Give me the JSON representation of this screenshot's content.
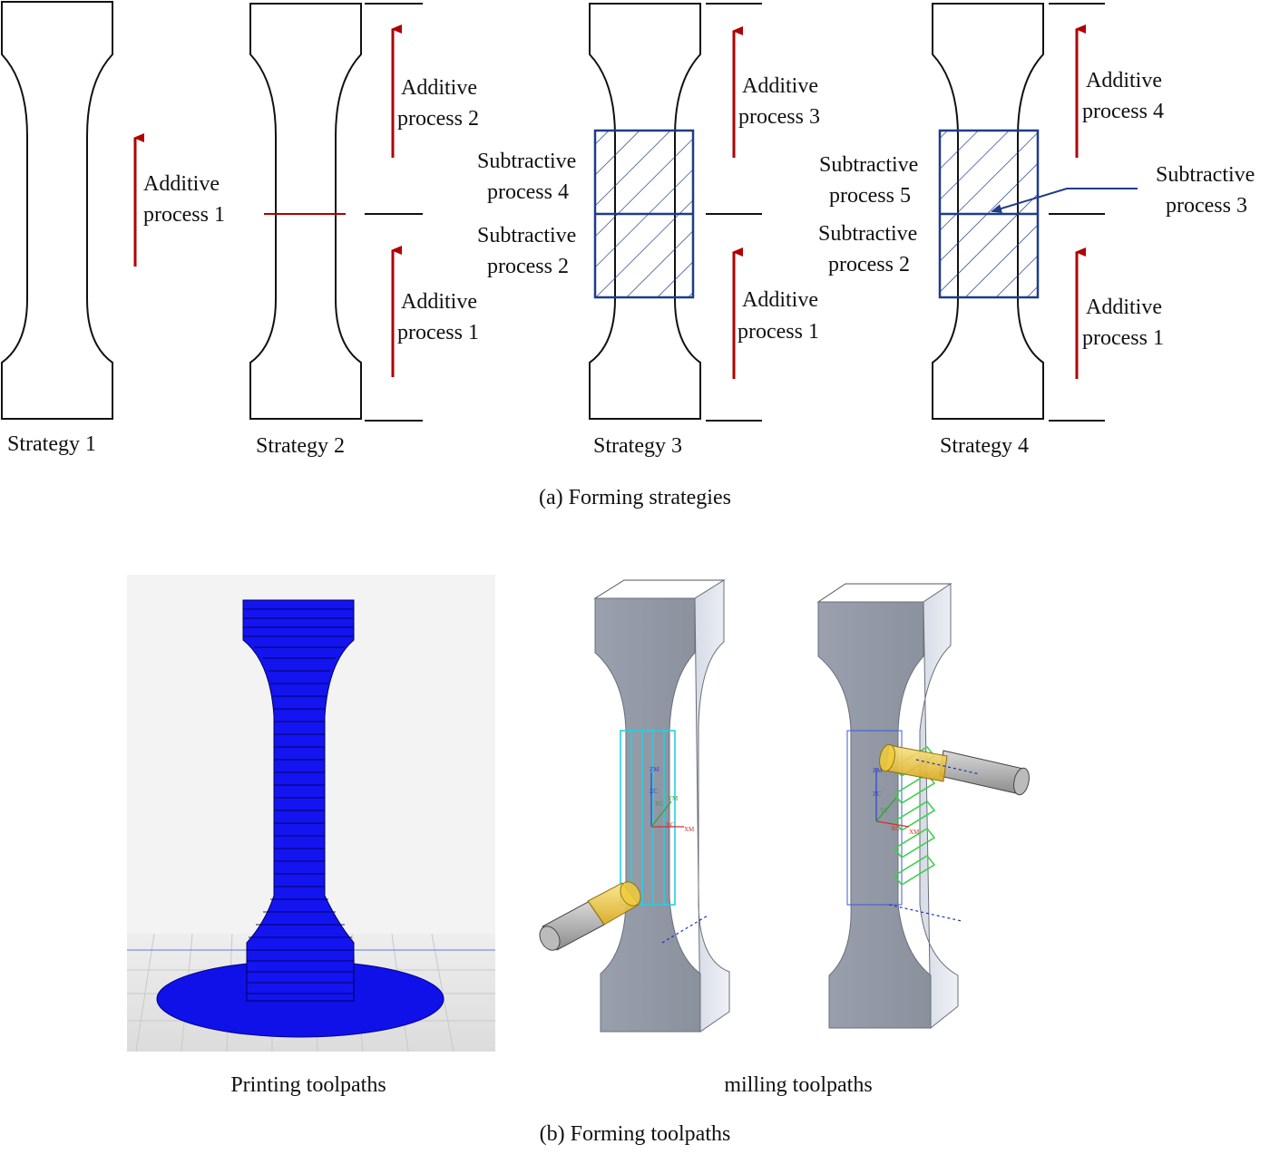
{
  "strategies": [
    {
      "caption": "Strategy 1",
      "labels": [
        "Additive",
        "process 1"
      ]
    },
    {
      "caption": "Strategy 2",
      "labels_top": [
        "Additive",
        "process 2"
      ],
      "labels_bottom": [
        "Additive",
        "process 1"
      ]
    },
    {
      "caption": "Strategy 3",
      "labels_top": [
        "Additive",
        "process 3"
      ],
      "labels_bottom": [
        "Additive",
        "process 1"
      ],
      "sub_top": [
        "Subtractive",
        "process 4"
      ],
      "sub_bottom": [
        "Subtractive",
        "process 2"
      ]
    },
    {
      "caption": "Strategy 4",
      "labels_top": [
        "Additive",
        "process 4"
      ],
      "labels_bottom": [
        "Additive",
        "process 1"
      ],
      "sub_top": [
        "Subtractive",
        "process 5"
      ],
      "sub_bottom": [
        "Subtractive",
        "process 2"
      ],
      "sub_side": [
        "Subtractive",
        "process 3"
      ]
    }
  ],
  "caption_a": "(a) Forming strategies",
  "caption_b": "(b) Forming toolpaths",
  "printing_caption": "Printing toolpaths",
  "milling_caption": "milling toolpaths",
  "axis_labels": {
    "left": [
      "ZM",
      "ZC",
      "YC",
      "YM",
      "XC",
      "XM"
    ],
    "right": [
      "ZM",
      "ZC",
      "YC",
      "XC",
      "XM"
    ]
  },
  "colors": {
    "outline": "#111111",
    "additive_arrow": "#b00000",
    "subtractive": "#1f3c88",
    "print_blue": "#1010e8",
    "part_gray": "#8e95a3",
    "tool_yellow": "#f2cc3a",
    "toolpath_cyan": "#24d0e0",
    "toolpath_green": "#3ad24a"
  }
}
